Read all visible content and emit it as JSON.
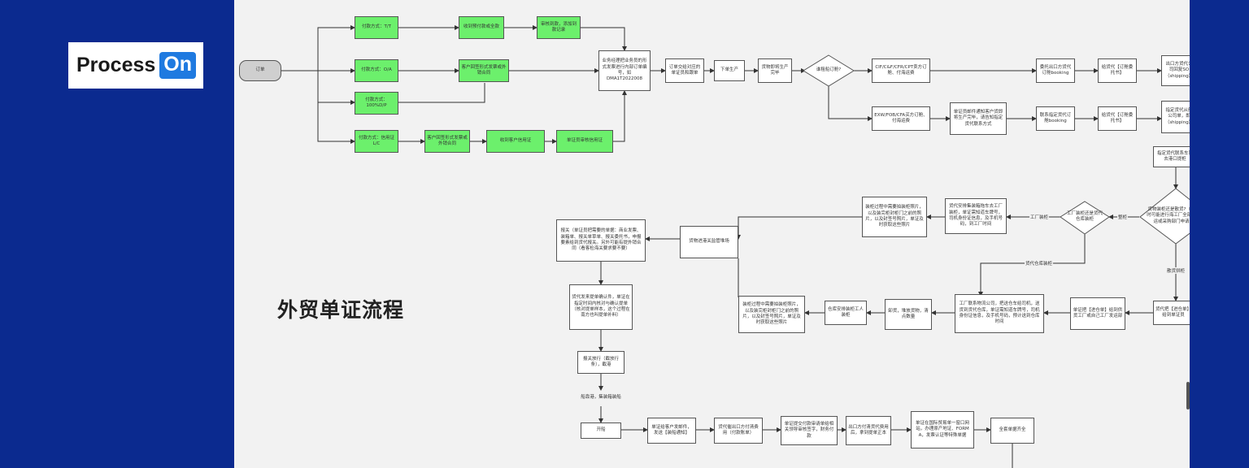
{
  "logo": {
    "text": "Process",
    "badge": "On"
  },
  "title": "外贸单证流程",
  "colors": {
    "background": "#0b2a8f",
    "canvas": "#f2f2f2",
    "green": "#6cf06c",
    "logo_badge": "#1f7ae0"
  },
  "nodes": {
    "order": "订单",
    "tt": "付款方式：T/T",
    "oa": "付款方式：O/A",
    "dp": "付款方式：100%D/P",
    "lc": "付款方式：信用证L/C",
    "tt_receive": "收到预付款或全款",
    "tt_review": "审核到款，添加到款记录",
    "oa_contract": "客户回签形式发票或外销合同",
    "lc_contract": "客户回签形式发票或外销合同",
    "lc_receive": "收到客户信用证",
    "lc_review": "单证员审核信用证",
    "manager": "业务经理把业务员的形式发票进行内部订单编号，如DMA1T2022008",
    "cust_order": "订单交给对应的单证员和跟单",
    "produce": "下单生产",
    "goods_done": "货物即将生产完毕",
    "decision_booking": "谁租船订舱?",
    "cif": "CIF/C&F/CFR/CPT卖方订舱、付海运费",
    "exw": "EXW/FOB/CFA买方订舱、付海运费",
    "entrust": "委托出口方货代订舱booking",
    "give_forwarder": "给货代【订舱委托书】",
    "exporter_top": "出口方货代公司回复SO（shipping）",
    "notify": "单证员邮件通知客户货即将生产完毕，请告知指定货代联系方式",
    "contact_forwarder": "联系指定货代订舱booking",
    "give_forwarder2": "给货代【订舱委托书】",
    "designated_forwarder": "指定货代从航公司单，即（shipping）",
    "forwarder_contact_box": "指定货代联系车队去港口提柜",
    "decision_loading": "货物装柜还是散货?（注意此时可能进行海工厂全部货物装运或采购部门申请单）",
    "decision_factory": "工厂装柜还是货代仓库装柜",
    "forwarder_trailer": "货代安排集装箱拖车去工厂装柜，单证需知道车牌号，司机身份证信息，及手机号码，到工厂时间",
    "load_photos_factory": "装柜过程中需要拍装柜照片，以及装完柜封柜门之前的照片，以及封签号照片，单证及时获取这些照片",
    "enter_port": "货物进港关监管堆场",
    "customs_docs": "报关（单证员把需要的单据：商业发票、装箱单、报关单草单、报关委托书，申报要素给到货代报关。另外可能有提外销合同（看客检海关要求要不要）",
    "confirm_bl": "货代发来提单确认件，单证在指定时间内核对与确认提单（核对提单样本，这个过程在南方也叫提单补料）",
    "release": "报关放行（截放行条），截港",
    "onboard": "船靠港，集装箱装船",
    "sail": "开船",
    "shipping_notice": "单证给客户发邮件，发送【装船通知】",
    "pay_freight": "货代催出口方付清费用（付款账单）",
    "submit_docs": "单证提交付款审请单给相关领导审核签字，财务付款",
    "exporter_pay": "出口方付清货代费用后，拿到提单正本",
    "single_window": "单证在国际贸易单一窗口网站，办理原产地证、FORM A，发票认证等特殊单据",
    "all_docs": "全套单据齐全",
    "bulk_booking": "货代把【进仓单】给到单证员",
    "bulk_notify": "单证把【进仓单】给到供货工厂或自己工厂发运部",
    "factory_contact": "工厂联系物流公司，把送仓车给司机，送货到货代仓库，单证需知道车牌号，司机身份证信息，及手机号码，预计送到仓库时间",
    "inspect": "卸货，堆放货物，清点数量",
    "warehouse_load": "仓库安排装柜工人装柜",
    "load_photos_wh": "装柜过程中需要拍装柜照片，以及装完柜封柜门之前的照片，以及封签号照片，单证及时获取这些照片"
  },
  "edge_labels": {
    "factory": "工厂装柜",
    "full_container": "整柜",
    "forwarder_warehouse": "货代仓库装柜",
    "bulk": "散货拼柜"
  }
}
